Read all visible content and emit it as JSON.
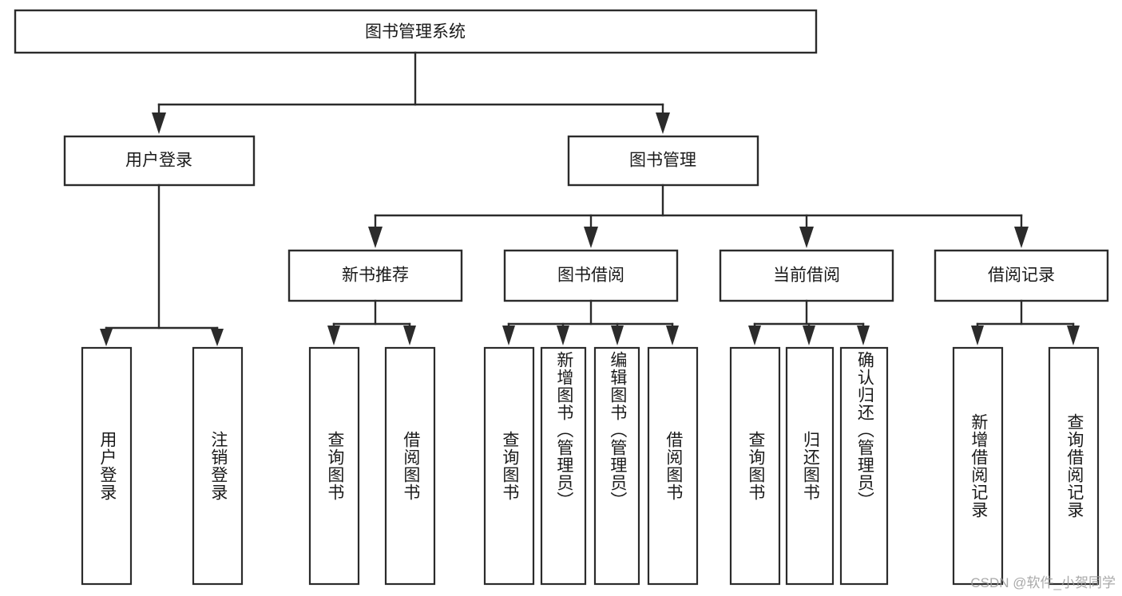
{
  "diagram": {
    "title": "图书管理系统",
    "type": "tree-hierarchy",
    "watermark": "CSDN @软件_小贺同学",
    "colors": {
      "stroke": "#2b2b2b",
      "fill": "#ffffff",
      "text": "#1a1a1a",
      "watermark": "#9b9b9b"
    },
    "root": {
      "label": "图书管理系统"
    },
    "level2": [
      {
        "label": "用户登录"
      },
      {
        "label": "图书管理"
      }
    ],
    "level3": [
      {
        "label": "新书推荐"
      },
      {
        "label": "图书借阅"
      },
      {
        "label": "当前借阅"
      },
      {
        "label": "借阅记录"
      }
    ],
    "leaves": {
      "user_login": [
        {
          "label": "用户登录"
        },
        {
          "label": "注销登录"
        }
      ],
      "new_book_recommend": [
        {
          "label": "查询图书"
        },
        {
          "label": "借阅图书"
        }
      ],
      "book_borrow": [
        {
          "label": "查询图书"
        },
        {
          "label": "新增图书（管理员）"
        },
        {
          "label": "编辑图书（管理员）"
        },
        {
          "label": "借阅图书"
        }
      ],
      "current_borrow": [
        {
          "label": "查询图书"
        },
        {
          "label": "归还图书"
        },
        {
          "label": "确认归还（管理员）"
        }
      ],
      "borrow_record": [
        {
          "label": "新增借阅记录"
        },
        {
          "label": "查询借阅记录"
        }
      ]
    }
  },
  "chart_data": {
    "type": "table",
    "title": "图书管理系统",
    "xlabel": "",
    "ylabel": "",
    "categories": [
      "用户登录",
      "图书管理"
    ],
    "series": [
      {
        "name": "用户登录",
        "values": [
          "用户登录",
          "注销登录"
        ]
      },
      {
        "name": "新书推荐",
        "values": [
          "查询图书",
          "借阅图书"
        ]
      },
      {
        "name": "图书借阅",
        "values": [
          "查询图书",
          "新增图书（管理员）",
          "编辑图书（管理员）",
          "借阅图书"
        ]
      },
      {
        "name": "当前借阅",
        "values": [
          "查询图书",
          "归还图书",
          "确认归还（管理员）"
        ]
      },
      {
        "name": "借阅记录",
        "values": [
          "新增借阅记录",
          "查询借阅记录"
        ]
      }
    ]
  }
}
